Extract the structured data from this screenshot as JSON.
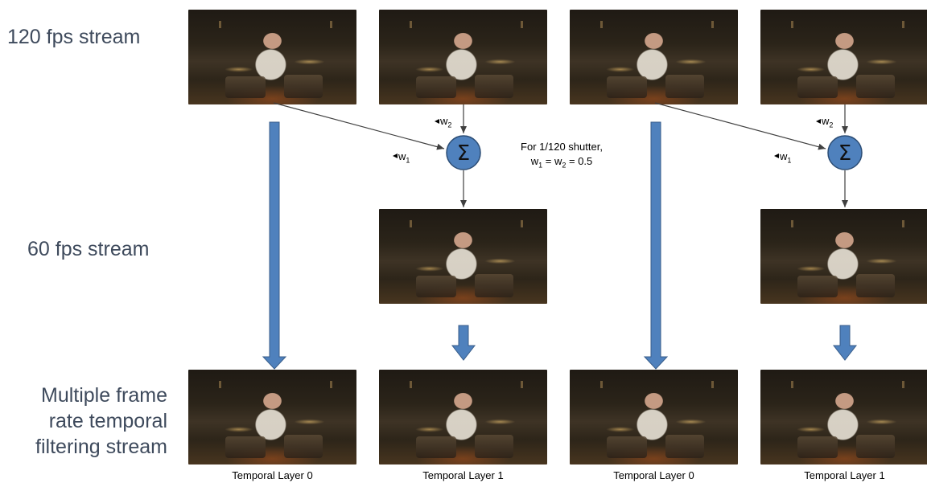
{
  "rows": {
    "top_label": "120 fps stream",
    "middle_label": "60 fps stream",
    "bottom_label_lines": [
      "Multiple frame",
      "rate temporal",
      "filtering stream"
    ]
  },
  "captions": [
    "Temporal Layer 0",
    "Temporal Layer 1",
    "Temporal Layer 0",
    "Temporal Layer 1"
  ],
  "note": {
    "line1": "For 1/120 shutter,",
    "w1_letter": "w",
    "w1_sub": "1",
    "w2_letter": "w",
    "w2_sub": "2",
    "equals_value": "= 0.5",
    "equals_sign": "="
  },
  "weights": {
    "w1_letter": "w",
    "w1_sub": "1",
    "w2_letter": "w",
    "w2_sub": "2"
  },
  "sum_symbol": "Σ",
  "colors": {
    "label_text": "#3e4a5c",
    "arrow_fill": "#4f81bd",
    "arrow_stroke": "#385d8a",
    "sum_fill": "#4f81bd"
  }
}
